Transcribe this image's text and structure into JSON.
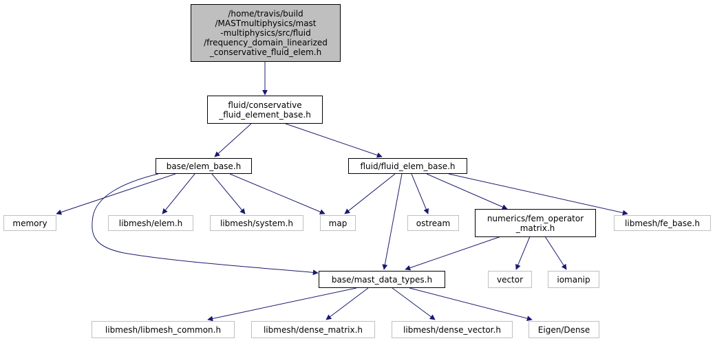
{
  "colors": {
    "edge": "#191970",
    "root_fill": "#bfbfbf",
    "ext_border": "#bfbfbf",
    "doc_border": "#000000"
  },
  "nodes": {
    "root": "/home/travis/build\n/MASTmultiphysics/mast\n-multiphysics/src/fluid\n/frequency_domain_linearized\n_conservative_fluid_elem.h",
    "conservative_fluid_element_base": "fluid/conservative\n_fluid_element_base.h",
    "elem_base": "base/elem_base.h",
    "fluid_elem_base": "fluid/fluid_elem_base.h",
    "memory": "memory",
    "libmesh_elem": "libmesh/elem.h",
    "libmesh_system": "libmesh/system.h",
    "map": "map",
    "ostream": "ostream",
    "fem_operator_matrix": "numerics/fem_operator\n_matrix.h",
    "libmesh_fe_base": "libmesh/fe_base.h",
    "mast_data_types": "base/mast_data_types.h",
    "vector": "vector",
    "iomanip": "iomanip",
    "libmesh_common": "libmesh/libmesh_common.h",
    "dense_matrix": "libmesh/dense_matrix.h",
    "dense_vector": "libmesh/dense_vector.h",
    "eigen_dense": "Eigen/Dense"
  }
}
